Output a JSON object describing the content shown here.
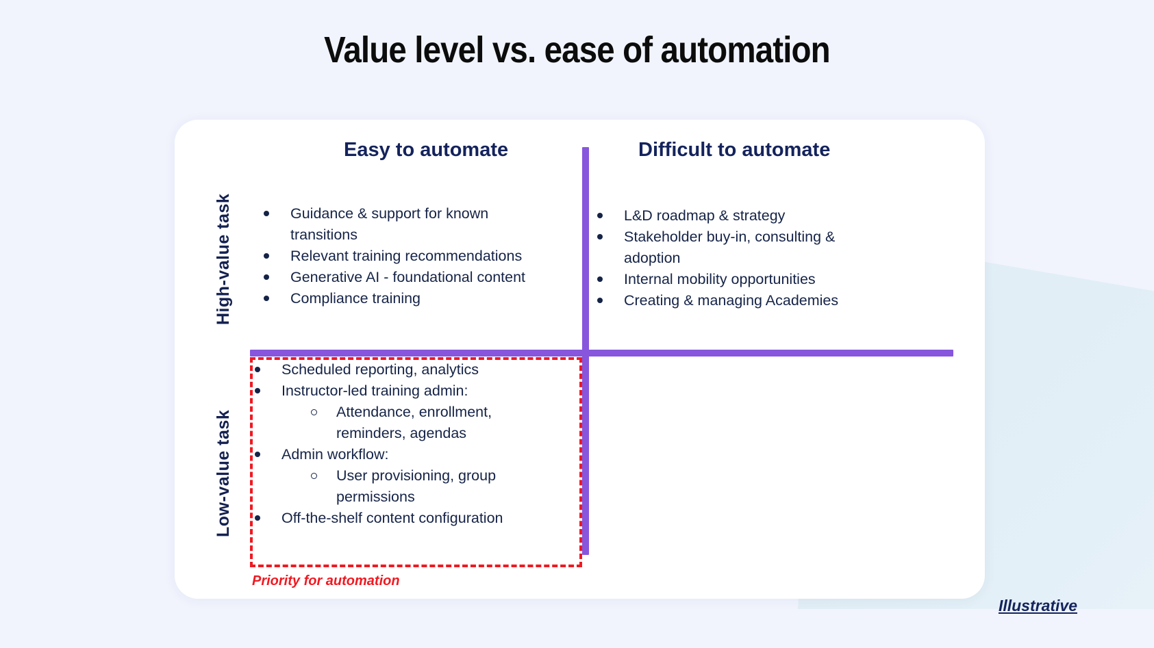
{
  "slide": {
    "title": "Value level vs. ease of automation",
    "footnote": "Illustrative"
  },
  "axes": {
    "y_high": "High-value task",
    "y_low": "Low-value task",
    "x_easy": "Easy to automate",
    "x_difficult": "Difficult to automate",
    "color": "#8756dd"
  },
  "quadrants": {
    "top_left": {
      "items": [
        "Guidance & support for known transitions",
        "Relevant training recommendations",
        "Generative AI - foundational content",
        "Compliance training"
      ]
    },
    "top_right": {
      "items": [
        "L&D roadmap & strategy",
        "Stakeholder buy-in, consulting & adoption",
        "Internal mobility opportunities",
        "Creating & managing Academies"
      ]
    },
    "bottom_left": {
      "items": [
        {
          "text": "Scheduled reporting, analytics",
          "level": 1
        },
        {
          "text": "Instructor-led training admin:",
          "level": 1
        },
        {
          "text": "Attendance, enrollment, reminders, agendas",
          "level": 2
        },
        {
          "text": "Admin workflow:",
          "level": 1
        },
        {
          "text": "User provisioning, group permissions",
          "level": 2
        },
        {
          "text": "Off-the-shelf content configuration",
          "level": 1
        }
      ]
    },
    "bottom_right": {
      "items": []
    }
  },
  "highlight": {
    "caption": "Priority for automation",
    "color": "#f01921"
  }
}
